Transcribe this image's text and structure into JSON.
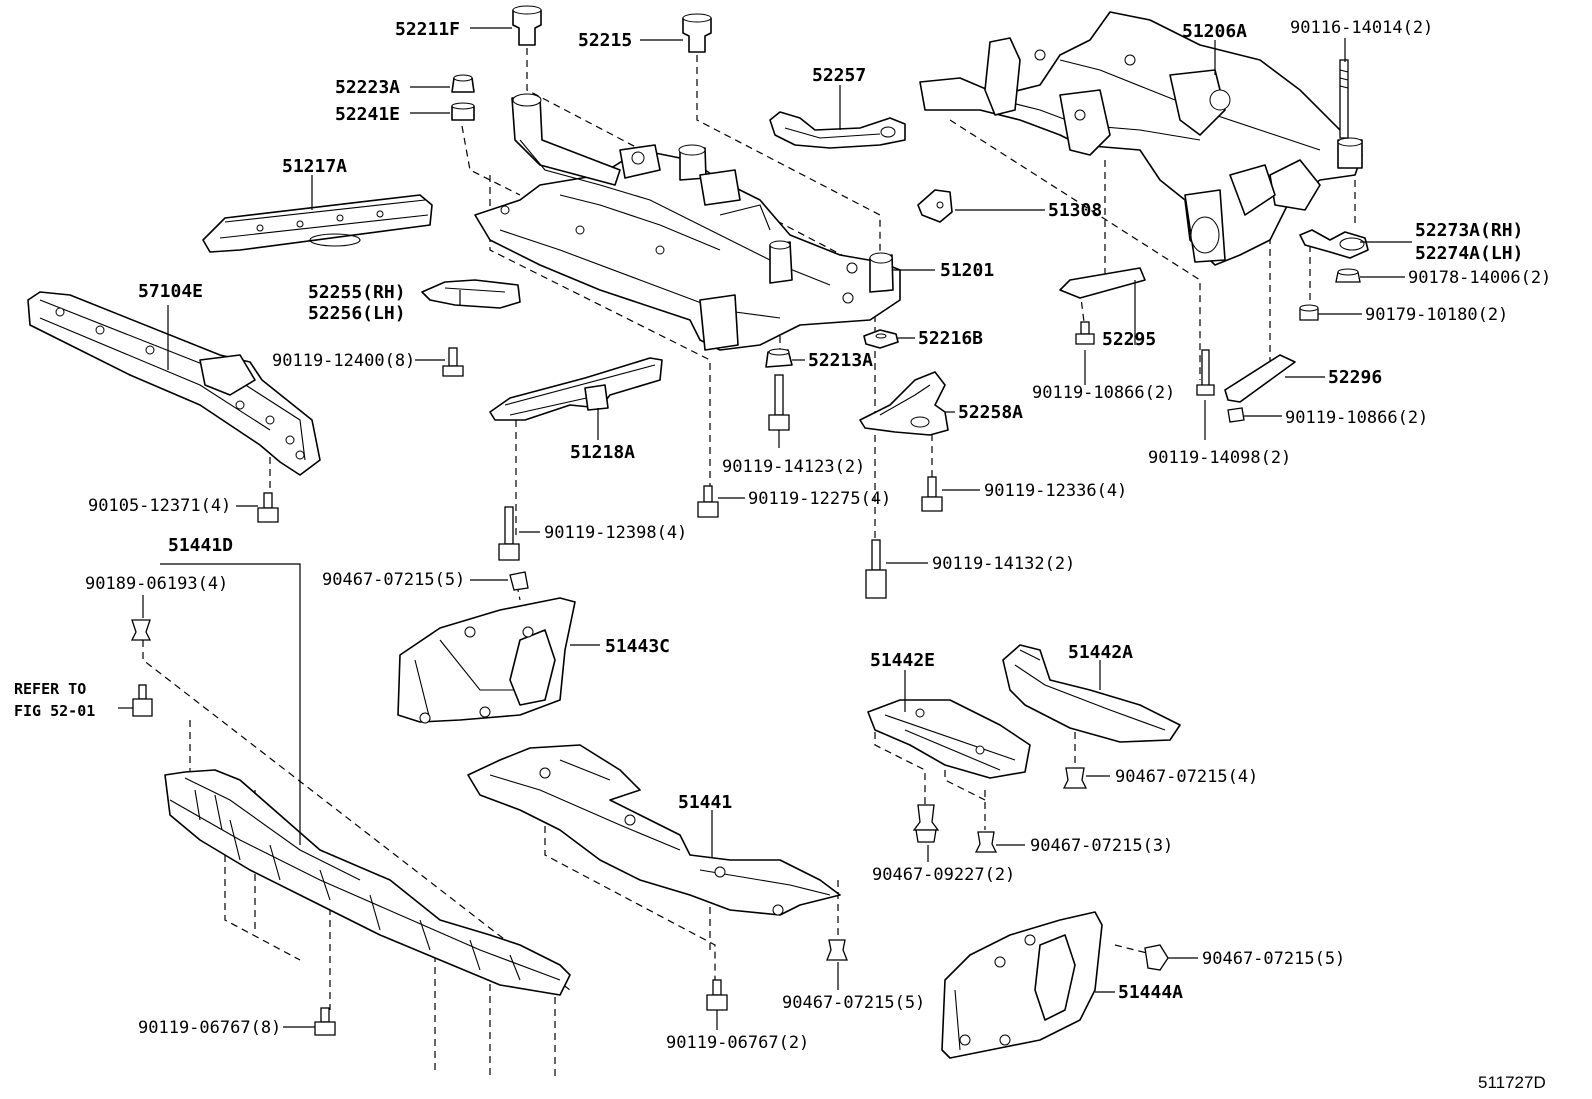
{
  "figure_number": "511727D",
  "refer_note": {
    "line1": "REFER TO",
    "line2": "FIG 52-01"
  },
  "labels": {
    "p52211F": "52211F",
    "p52215": "52215",
    "p52223A": "52223A",
    "p52241E": "52241E",
    "p51217A": "51217A",
    "p52257": "52257",
    "p51206A": "51206A",
    "p90116_14014": "90116-14014(2)",
    "p51308": "51308",
    "p52273A": "52273A(RH)",
    "p52274A": "52274A(LH)",
    "p90178_14006": "90178-14006(2)",
    "p90179_10180": "90179-10180(2)",
    "p57104E": "57104E",
    "p52255": "52255(RH)",
    "p52256": "52256(LH)",
    "p90119_12400": "90119-12400(8)",
    "p51201": "51201",
    "p52216B": "52216B",
    "p52213A": "52213A",
    "p52295": "52295",
    "p90119_10866a": "90119-10866(2)",
    "p52296": "52296",
    "p90119_10866b": "90119-10866(2)",
    "p52258A": "52258A",
    "p51218A": "51218A",
    "p90119_14123": "90119-14123(2)",
    "p90119_14098": "90119-14098(2)",
    "p90105_12371": "90105-12371(4)",
    "p90119_12275": "90119-12275(4)",
    "p90119_12336": "90119-12336(4)",
    "p90119_12398": "90119-12398(4)",
    "p51441D": "51441D",
    "p90189_06193": "90189-06193(4)",
    "p90467_07215a": "90467-07215(5)",
    "p90119_14132": "90119-14132(2)",
    "p51443C": "51443C",
    "p51442E": "51442E",
    "p51442A": "51442A",
    "p90467_07215b": "90467-07215(4)",
    "p51441": "51441",
    "p90467_07215c": "90467-07215(3)",
    "p90467_09227": "90467-09227(2)",
    "p90467_07215d": "90467-07215(5)",
    "p51444A": "51444A",
    "p90467_07215e": "90467-07215(5)",
    "p90119_06767a": "90119-06767(8)",
    "p90119_06767b": "90119-06767(2)"
  }
}
